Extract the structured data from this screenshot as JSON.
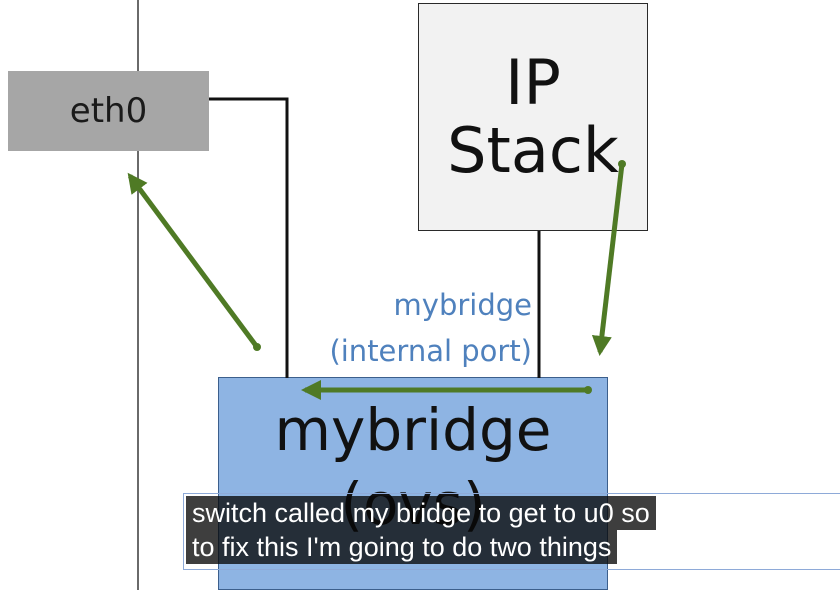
{
  "diagram": {
    "eth0": {
      "label": "eth0"
    },
    "ip_stack": {
      "lines": [
        "IP",
        "Stack"
      ]
    },
    "bridge": {
      "title": "mybridge",
      "subtitle": "(ovs)"
    },
    "internal_port": {
      "lines": [
        "mybridge",
        "(internal port)"
      ]
    },
    "colors": {
      "eth0_fill": "#a6a6a6",
      "ip_stack_fill": "#f2f2f2",
      "bridge_fill": "#8eb4e3",
      "port_label_text": "#4f81bd",
      "arrow": "#4f7a25"
    }
  },
  "caption": {
    "lines": [
      "switch called my bridge to get to u0 so",
      "to fix this I'm going to do two things"
    ]
  }
}
